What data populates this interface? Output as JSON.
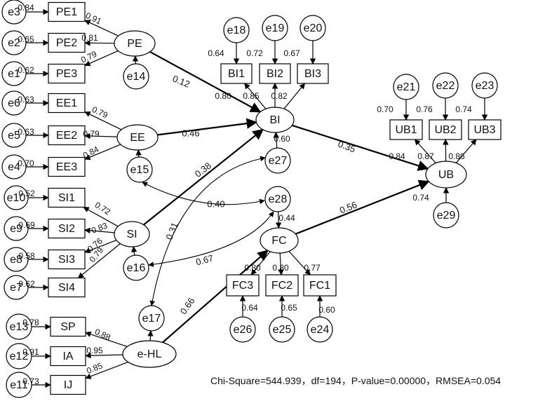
{
  "diagram": {
    "nodes": [
      {
        "id": "PE",
        "label": "PE",
        "shape": "ellipse"
      },
      {
        "id": "EE",
        "label": "EE",
        "shape": "ellipse"
      },
      {
        "id": "SI",
        "label": "SI",
        "shape": "ellipse"
      },
      {
        "id": "eHL",
        "label": "e-HL",
        "shape": "ellipse"
      },
      {
        "id": "BI",
        "label": "BI",
        "shape": "ellipse"
      },
      {
        "id": "FC",
        "label": "FC",
        "shape": "ellipse"
      },
      {
        "id": "UB",
        "label": "UB",
        "shape": "ellipse"
      },
      {
        "id": "PE1",
        "label": "PE1",
        "shape": "rect"
      },
      {
        "id": "PE2",
        "label": "PE2",
        "shape": "rect"
      },
      {
        "id": "PE3",
        "label": "PE3",
        "shape": "rect"
      },
      {
        "id": "EE1",
        "label": "EE1",
        "shape": "rect"
      },
      {
        "id": "EE2",
        "label": "EE2",
        "shape": "rect"
      },
      {
        "id": "EE3",
        "label": "EE3",
        "shape": "rect"
      },
      {
        "id": "SI1",
        "label": "SI1",
        "shape": "rect"
      },
      {
        "id": "SI2",
        "label": "SI2",
        "shape": "rect"
      },
      {
        "id": "SI3",
        "label": "SI3",
        "shape": "rect"
      },
      {
        "id": "SI4",
        "label": "SI4",
        "shape": "rect"
      },
      {
        "id": "SP",
        "label": "SP",
        "shape": "rect"
      },
      {
        "id": "IA",
        "label": "IA",
        "shape": "rect"
      },
      {
        "id": "IJ",
        "label": "IJ",
        "shape": "rect"
      },
      {
        "id": "BI1",
        "label": "BI1",
        "shape": "rect"
      },
      {
        "id": "BI2",
        "label": "BI2",
        "shape": "rect"
      },
      {
        "id": "BI3",
        "label": "BI3",
        "shape": "rect"
      },
      {
        "id": "UB1",
        "label": "UB1",
        "shape": "rect"
      },
      {
        "id": "UB2",
        "label": "UB2",
        "shape": "rect"
      },
      {
        "id": "UB3",
        "label": "UB3",
        "shape": "rect"
      },
      {
        "id": "FC3",
        "label": "FC3",
        "shape": "rect"
      },
      {
        "id": "FC2",
        "label": "FC2",
        "shape": "rect"
      },
      {
        "id": "FC1",
        "label": "FC1",
        "shape": "rect"
      },
      {
        "id": "e3",
        "label": "e3",
        "shape": "circle"
      },
      {
        "id": "e2",
        "label": "e2",
        "shape": "circle"
      },
      {
        "id": "e1",
        "label": "e1",
        "shape": "circle"
      },
      {
        "id": "e6",
        "label": "e6",
        "shape": "circle"
      },
      {
        "id": "e5",
        "label": "e5",
        "shape": "circle"
      },
      {
        "id": "e4",
        "label": "e4",
        "shape": "circle"
      },
      {
        "id": "e10",
        "label": "e10",
        "shape": "circle"
      },
      {
        "id": "e9",
        "label": "e9",
        "shape": "circle"
      },
      {
        "id": "e8",
        "label": "e8",
        "shape": "circle"
      },
      {
        "id": "e7",
        "label": "e7",
        "shape": "circle"
      },
      {
        "id": "e13",
        "label": "e13",
        "shape": "circle"
      },
      {
        "id": "e12",
        "label": "e12",
        "shape": "circle"
      },
      {
        "id": "e11",
        "label": "e11",
        "shape": "circle"
      },
      {
        "id": "e14",
        "label": "e14",
        "shape": "circle"
      },
      {
        "id": "e15",
        "label": "e15",
        "shape": "circle"
      },
      {
        "id": "e16",
        "label": "e16",
        "shape": "circle"
      },
      {
        "id": "e17",
        "label": "e17",
        "shape": "circle"
      },
      {
        "id": "e18",
        "label": "e18",
        "shape": "circle"
      },
      {
        "id": "e19",
        "label": "e19",
        "shape": "circle"
      },
      {
        "id": "e20",
        "label": "e20",
        "shape": "circle"
      },
      {
        "id": "e21",
        "label": "e21",
        "shape": "circle"
      },
      {
        "id": "e22",
        "label": "e22",
        "shape": "circle"
      },
      {
        "id": "e23",
        "label": "e23",
        "shape": "circle"
      },
      {
        "id": "e24",
        "label": "e24",
        "shape": "circle"
      },
      {
        "id": "e25",
        "label": "e25",
        "shape": "circle"
      },
      {
        "id": "e26",
        "label": "e26",
        "shape": "circle"
      },
      {
        "id": "e27",
        "label": "e27",
        "shape": "circle"
      },
      {
        "id": "e28",
        "label": "e28",
        "shape": "circle"
      },
      {
        "id": "e29",
        "label": "e29",
        "shape": "circle"
      }
    ],
    "edges": [
      {
        "from": "PE",
        "to": "PE1",
        "label": "0.91"
      },
      {
        "from": "PE",
        "to": "PE2",
        "label": "0.81"
      },
      {
        "from": "PE",
        "to": "PE3",
        "label": "0.79"
      },
      {
        "from": "e3",
        "to": "PE1",
        "label": "0.84"
      },
      {
        "from": "e2",
        "to": "PE2",
        "label": "0.65"
      },
      {
        "from": "e1",
        "to": "PE3",
        "label": "0.62"
      },
      {
        "from": "e14",
        "to": "PE",
        "label": ""
      },
      {
        "from": "EE",
        "to": "EE1",
        "label": "0.79"
      },
      {
        "from": "EE",
        "to": "EE2",
        "label": "0.79"
      },
      {
        "from": "EE",
        "to": "EE3",
        "label": "0.84"
      },
      {
        "from": "e6",
        "to": "EE1",
        "label": "0.63"
      },
      {
        "from": "e5",
        "to": "EE2",
        "label": "0.63"
      },
      {
        "from": "e4",
        "to": "EE3",
        "label": "0.70"
      },
      {
        "from": "e15",
        "to": "EE",
        "label": ""
      },
      {
        "from": "SI",
        "to": "SI1",
        "label": "0.72"
      },
      {
        "from": "SI",
        "to": "SI2",
        "label": "0.83"
      },
      {
        "from": "SI",
        "to": "SI3",
        "label": "0.76"
      },
      {
        "from": "SI",
        "to": "SI4",
        "label": "0.79"
      },
      {
        "from": "e10",
        "to": "SI1",
        "label": "0.52"
      },
      {
        "from": "e9",
        "to": "SI2",
        "label": "0.69"
      },
      {
        "from": "e8",
        "to": "SI3",
        "label": "0.58"
      },
      {
        "from": "e7",
        "to": "SI4",
        "label": "0.62"
      },
      {
        "from": "e16",
        "to": "SI",
        "label": ""
      },
      {
        "from": "eHL",
        "to": "SP",
        "label": "0.88"
      },
      {
        "from": "eHL",
        "to": "IA",
        "label": "0.95"
      },
      {
        "from": "eHL",
        "to": "IJ",
        "label": "0.85"
      },
      {
        "from": "e13",
        "to": "SP",
        "label": "0.78"
      },
      {
        "from": "e12",
        "to": "IA",
        "label": "0.91"
      },
      {
        "from": "e11",
        "to": "IJ",
        "label": "0.73"
      },
      {
        "from": "eHL",
        "to": "e17",
        "label": ""
      },
      {
        "from": "PE",
        "to": "BI",
        "label": "0.12"
      },
      {
        "from": "EE",
        "to": "BI",
        "label": "0.46"
      },
      {
        "from": "SI",
        "to": "BI",
        "label": "0.38"
      },
      {
        "from": "BI",
        "to": "UB",
        "label": "0.35"
      },
      {
        "from": "FC",
        "to": "UB",
        "label": "0.56"
      },
      {
        "from": "eHL",
        "to": "FC",
        "label": "0.66"
      },
      {
        "from": "BI",
        "to": "BI1",
        "label": "0.80"
      },
      {
        "from": "BI",
        "to": "BI2",
        "label": "0.85"
      },
      {
        "from": "BI",
        "to": "BI3",
        "label": "0.82"
      },
      {
        "from": "e18",
        "to": "BI1",
        "label": "0.64"
      },
      {
        "from": "e19",
        "to": "BI2",
        "label": "0.72"
      },
      {
        "from": "e20",
        "to": "BI3",
        "label": "0.67"
      },
      {
        "from": "e27",
        "to": "BI",
        "label": "0.60"
      },
      {
        "from": "UB",
        "to": "UB1",
        "label": "0.84"
      },
      {
        "from": "UB",
        "to": "UB2",
        "label": "0.87"
      },
      {
        "from": "UB",
        "to": "UB3",
        "label": "0.86"
      },
      {
        "from": "e21",
        "to": "UB1",
        "label": "0.70"
      },
      {
        "from": "e22",
        "to": "UB2",
        "label": "0.76"
      },
      {
        "from": "e23",
        "to": "UB3",
        "label": "0.74"
      },
      {
        "from": "e29",
        "to": "UB",
        "label": "0.74"
      },
      {
        "from": "FC",
        "to": "FC3",
        "label": "0.80"
      },
      {
        "from": "FC",
        "to": "FC2",
        "label": "0.80"
      },
      {
        "from": "FC",
        "to": "FC1",
        "label": "0.77"
      },
      {
        "from": "e26",
        "to": "FC3",
        "label": "0.64"
      },
      {
        "from": "e25",
        "to": "FC2",
        "label": "0.65"
      },
      {
        "from": "e24",
        "to": "FC1",
        "label": "0.60"
      },
      {
        "from": "e28",
        "to": "FC",
        "label": "0.44"
      }
    ],
    "covariances": [
      {
        "a": "e15",
        "b": "e28",
        "label": "0.40"
      },
      {
        "a": "e17",
        "b": "e27",
        "label": "0.31"
      },
      {
        "a": "e16",
        "b": "e28",
        "label": "0.67"
      }
    ],
    "fit_text": "Chi-Square=544.939，df=194，P-value=0.00000，RMSEA=0.054"
  }
}
